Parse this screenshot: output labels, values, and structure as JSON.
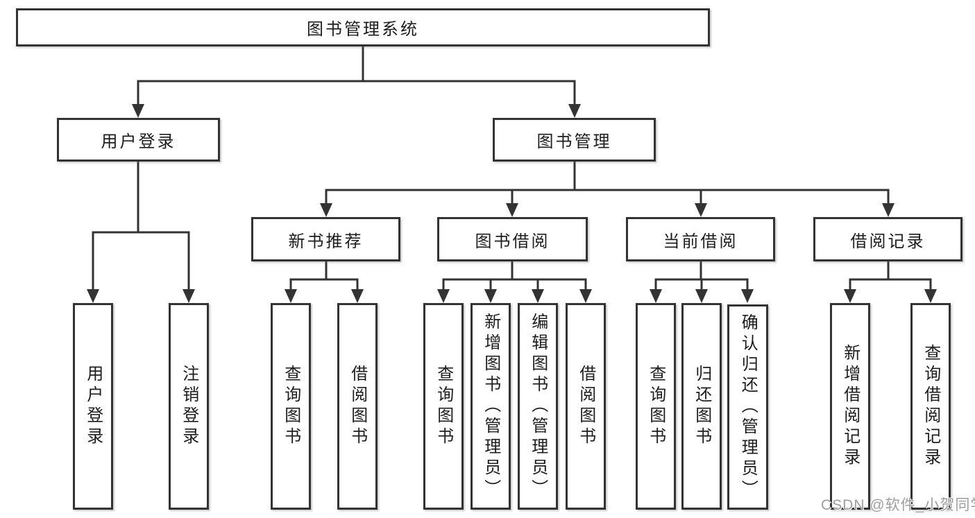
{
  "diagram": {
    "title": "图书管理系统",
    "watermark": "CSDN @软件_小贺同学",
    "colors": {
      "line": "#333333",
      "box_border": "#333333",
      "box_fill": "#ffffff",
      "text": "#1d1d1d",
      "watermark_text": "#9e9e9e",
      "background": "#ffffff"
    },
    "nodes": {
      "root": {
        "label": "图书管理系统"
      },
      "userLogin": {
        "label": "用户登录",
        "children": [
          {
            "label": "用户登录"
          },
          {
            "label": "注销登录"
          }
        ]
      },
      "bookManagement": {
        "label": "图书管理",
        "children": [
          {
            "label": "新书推荐",
            "children": [
              {
                "label": "查询图书"
              },
              {
                "label": "借阅图书"
              }
            ]
          },
          {
            "label": "图书借阅",
            "children": [
              {
                "label": "查询图书"
              },
              {
                "label": "新增图书（管理员）"
              },
              {
                "label": "编辑图书（管理员）"
              },
              {
                "label": "借阅图书"
              }
            ]
          },
          {
            "label": "当前借阅",
            "children": [
              {
                "label": "查询图书"
              },
              {
                "label": "归还图书"
              },
              {
                "label": "确认归还（管理员）"
              }
            ]
          },
          {
            "label": "借阅记录",
            "children": [
              {
                "label": "新增借阅记录"
              },
              {
                "label": "查询借阅记录"
              }
            ]
          }
        ]
      }
    }
  }
}
